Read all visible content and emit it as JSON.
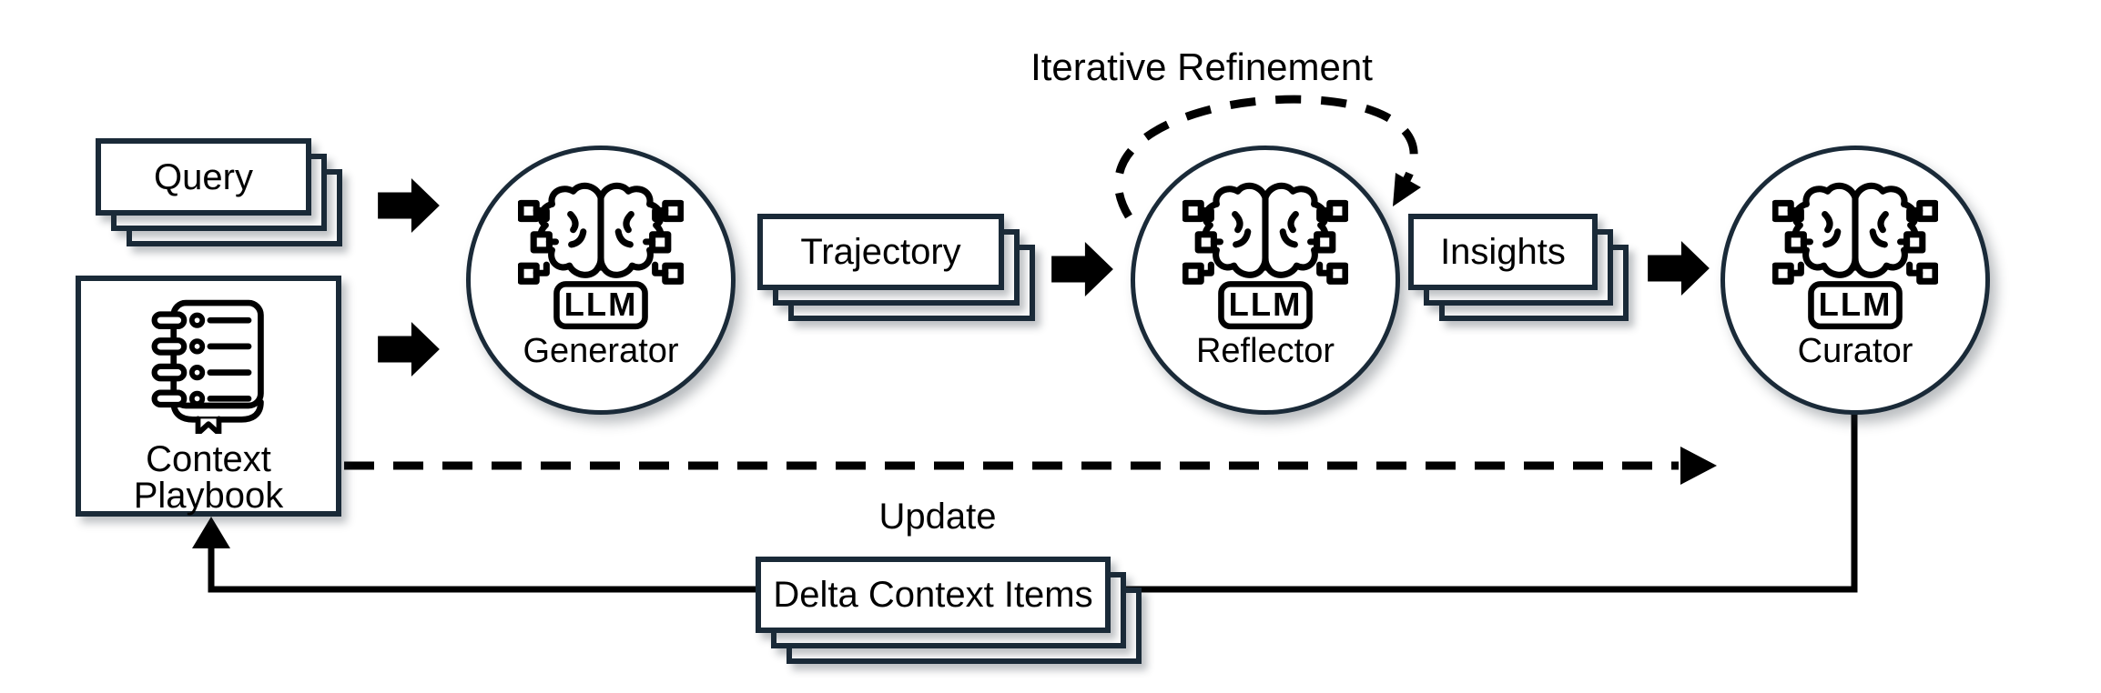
{
  "figure": {
    "background": "#ffffff",
    "outline_color": "#1a2a38",
    "ink_color": "#000000",
    "description": "Agent context pipeline diagram"
  },
  "annotations": {
    "iterative_refinement": "Iterative Refinement",
    "update": "Update"
  },
  "stacks": {
    "query": {
      "label": "Query"
    },
    "trajectory": {
      "label": "Trajectory"
    },
    "insights": {
      "label": "Insights"
    },
    "delta_context_items": {
      "label": "Delta Context Items"
    }
  },
  "playbook": {
    "label_line1": "Context",
    "label_line2": "Playbook",
    "icon": "spiral-notebook-icon"
  },
  "agents": {
    "generator": {
      "label": "Generator",
      "badge": "LLM",
      "icon": "brain-circuit-icon"
    },
    "reflector": {
      "label": "Reflector",
      "badge": "LLM",
      "icon": "brain-circuit-icon"
    },
    "curator": {
      "label": "Curator",
      "badge": "LLM",
      "icon": "brain-circuit-icon"
    }
  }
}
